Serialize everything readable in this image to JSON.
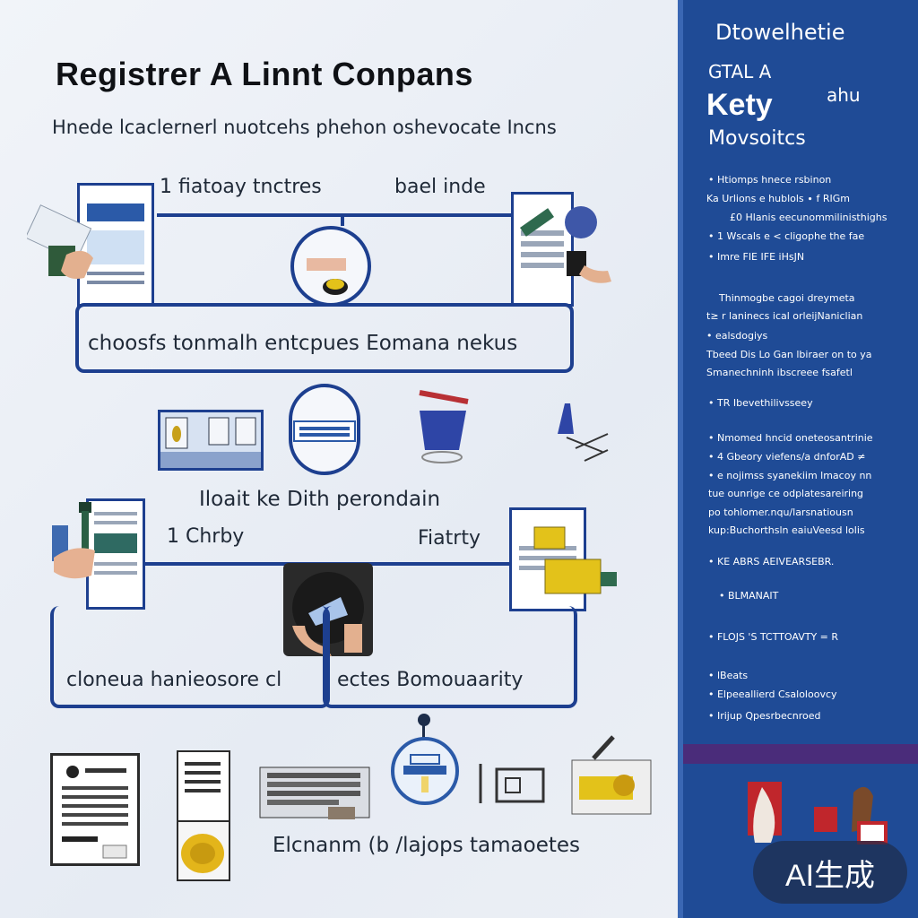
{
  "title": "Registrer A Linnt Conpans",
  "subtitle": "Hnede lcaclernerl nuotcehs phehon oshevocate Incns",
  "section1": {
    "label_left": "1 fiatoay tnctres",
    "label_right": "bael inde",
    "box_caption": "choosfs tonmalh entcpues Eomana nekus"
  },
  "section2": {
    "heading": "Iloait ke Dith perondain",
    "label_left": "1 Chrby",
    "label_right": "Fiatrty",
    "caption_left": "cloneua hanieosore cl",
    "caption_right": "ectes Bomouaarity"
  },
  "bottom_caption": "Elcnanm (b /lajops tamaoetes",
  "sidebar": {
    "header": "Dtowelhetie",
    "line2": "GTAL A",
    "heading": "Kety",
    "heading_side": "ahu",
    "subheading": "Movsoitcs",
    "group1": [
      "• Htiomps hnece rsbinon",
      "Ka Urlions e hublols ∙ f RIGm",
      "£0 Hlanis eecunommilinisthighs",
      "• 1 Wscals e < cligophe the fae",
      "• Imre FIE IFE iHsJN"
    ],
    "group2": [
      "Thinmogbe cagoi dreymeta",
      "t≥ r laninecs ical orleijNaniclian",
      "• ealsdogiys",
      "Tbeed Dis Lo Gan lbiraer on to ya",
      "Smanechninh ibscreee fsafetl"
    ],
    "group3": [
      "• TR Ibevethilivsseey"
    ],
    "group4": [
      "• Nmomed hncid oneteosantrinie",
      "• 4 Gbeory viefens/a dnforAD ≠",
      "• e nojimss syanekiim lmacoy nn",
      "tue ounrige ce odplatesareiring",
      "po tohlomer.nqu/larsnatiousn",
      "kup:Buchorthsln eaiuVeesd lolis"
    ],
    "item5": "• KE ABRS AEIVEARSEBR.",
    "item6": "• BLMANAIT",
    "item7": "• FLOJS 'S TCTTOAVTY = R",
    "group8": [
      "• lBeats",
      "• Elpeeallierd Csaloloovcy",
      "• Irijup Qpesrbecnroed"
    ]
  },
  "badge": "AI生成",
  "colors": {
    "frame_blue": "#1d3f8f",
    "sidebar_blue": "#1f4b96",
    "accent_yellow": "#e3c21a",
    "accent_red": "#c0262c",
    "purple_strip": "#4a2c7a"
  }
}
